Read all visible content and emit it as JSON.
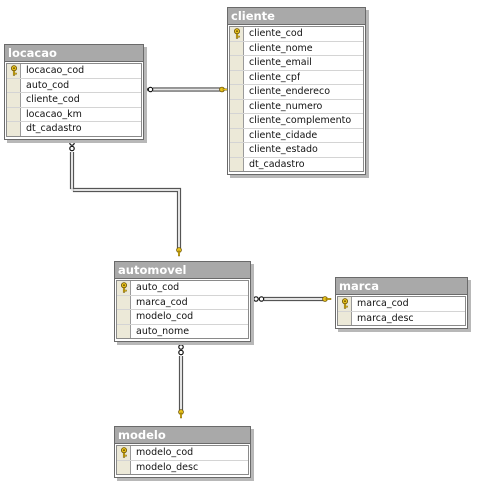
{
  "tables": [
    {
      "id": "locacao",
      "name": "locacao",
      "fields": [
        {
          "name": "locacao_cod",
          "key": true
        },
        {
          "name": "auto_cod",
          "key": false
        },
        {
          "name": "cliente_cod",
          "key": false
        },
        {
          "name": "locacao_km",
          "key": false
        },
        {
          "name": "dt_cadastro",
          "key": false
        }
      ]
    },
    {
      "id": "cliente",
      "name": "cliente",
      "fields": [
        {
          "name": "cliente_cod",
          "key": true
        },
        {
          "name": "cliente_nome",
          "key": false
        },
        {
          "name": "cliente_email",
          "key": false
        },
        {
          "name": "cliente_cpf",
          "key": false
        },
        {
          "name": "cliente_endereco",
          "key": false
        },
        {
          "name": "cliente_numero",
          "key": false
        },
        {
          "name": "cliente_complemento",
          "key": false
        },
        {
          "name": "cliente_cidade",
          "key": false
        },
        {
          "name": "cliente_estado",
          "key": false
        },
        {
          "name": "dt_cadastro",
          "key": false
        }
      ]
    },
    {
      "id": "automovel",
      "name": "automovel",
      "fields": [
        {
          "name": "auto_cod",
          "key": true
        },
        {
          "name": "marca_cod",
          "key": false
        },
        {
          "name": "modelo_cod",
          "key": false
        },
        {
          "name": "auto_nome",
          "key": false
        }
      ]
    },
    {
      "id": "marca",
      "name": "marca",
      "fields": [
        {
          "name": "marca_cod",
          "key": true
        },
        {
          "name": "marca_desc",
          "key": false
        }
      ]
    },
    {
      "id": "modelo",
      "name": "modelo",
      "fields": [
        {
          "name": "modelo_cod",
          "key": true
        },
        {
          "name": "modelo_desc",
          "key": false
        }
      ]
    }
  ],
  "relationships": [
    {
      "from": "locacao",
      "to": "cliente",
      "many_end": "locacao",
      "one_end": "cliente"
    },
    {
      "from": "locacao",
      "to": "automovel",
      "many_end": "locacao",
      "one_end": "automovel"
    },
    {
      "from": "automovel",
      "to": "marca",
      "many_end": "automovel",
      "one_end": "marca"
    },
    {
      "from": "automovel",
      "to": "modelo",
      "many_end": "automovel",
      "one_end": "modelo"
    }
  ],
  "colors": {
    "title_bar": "#a9a9a9",
    "connector": "#555555",
    "key_icon": "#e8c21c"
  }
}
